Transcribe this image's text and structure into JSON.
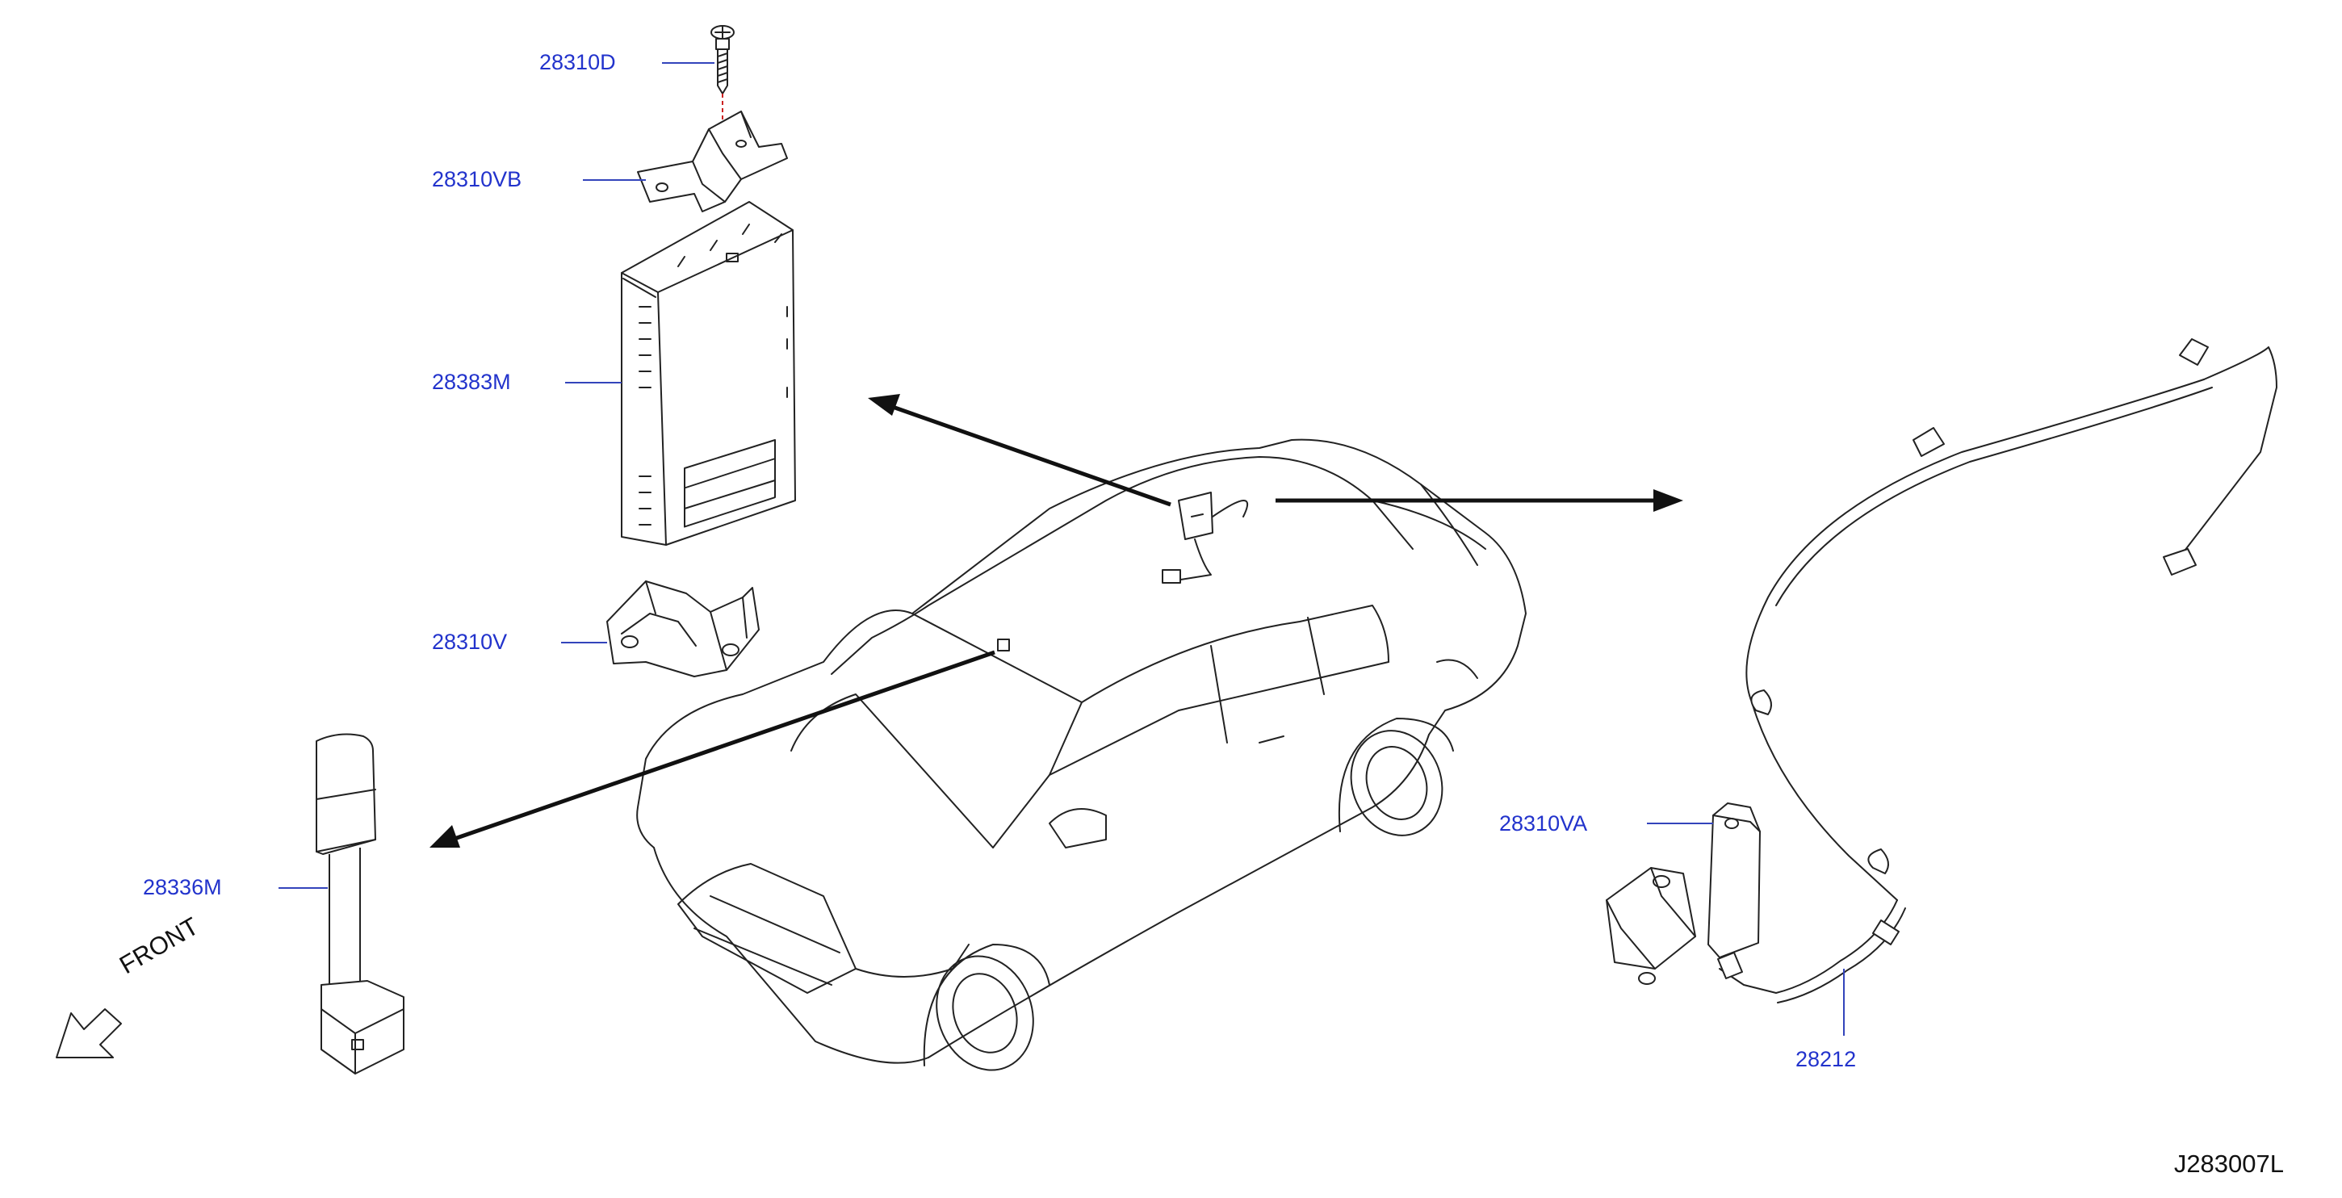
{
  "callouts": {
    "bolt": "28310D",
    "upper_bracket": "28310VB",
    "control_unit": "28383M",
    "lower_bracket": "28310V",
    "antenna": "28336M",
    "side_bracket": "28310VA",
    "harness": "28212"
  },
  "orientation_label": "FRONT",
  "diagram_code": "J283007L",
  "colors": {
    "callout": "#2233cc",
    "line": "#222222",
    "arrow": "#111111"
  }
}
